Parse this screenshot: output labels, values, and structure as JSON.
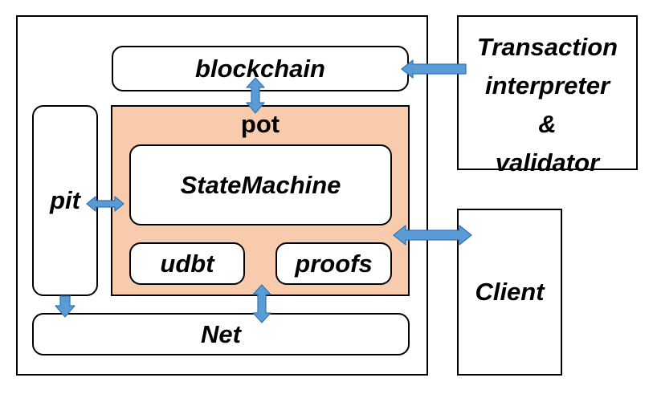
{
  "diagram": {
    "blockchain": "blockchain",
    "pot": "pot",
    "state_machine": "StateMachine",
    "udbt": "udbt",
    "proofs": "proofs",
    "pit": "pit",
    "net": "Net",
    "transaction": [
      "Transaction",
      "interpreter",
      "&",
      "validator"
    ],
    "client": "Client"
  },
  "colors": {
    "pot_fill": "#F8CBAD",
    "arrow_fill": "#5B9BD5",
    "arrow_stroke": "#2E75B6"
  }
}
